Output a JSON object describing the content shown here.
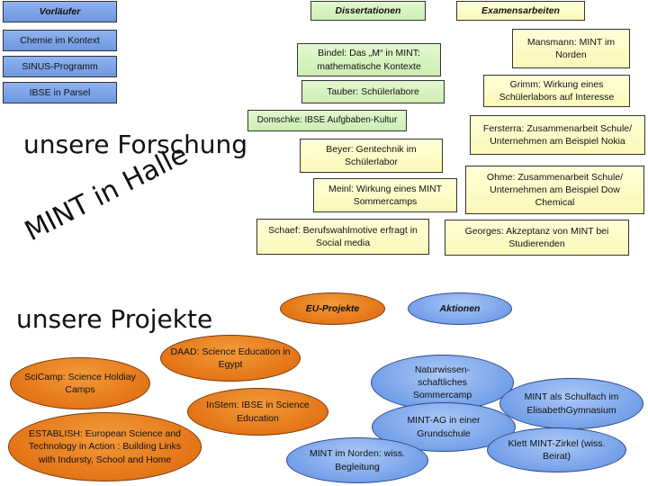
{
  "headers": {
    "vorlaeufer": "Vorläufer",
    "dissertationen": "Dissertationen",
    "examensarbeiten": "Examensarbeiten"
  },
  "vorlaeufer_items": [
    "Chemie im Kontext",
    "SINUS-Programm",
    "IBSE in Parsel"
  ],
  "dissertationen_items": [
    "Bindel: Das „M“ in MINT: mathematische Kontexte",
    "Tauber: Schülerlabore",
    "Domschke: IBSE Aufgbaben-Kultur",
    "Beyer: Gentechnik im Schülerlabor",
    "Meinl: Wirkung eines MINT Sommercamps",
    "Schaef: Berufswahlmotive erfragt in Social media"
  ],
  "examensarbeiten_items": [
    "Mansmann: MINT im Norden",
    "Grimm: Wirkung eines Schülerlabors auf Interesse",
    "Fersterra: Zusammenarbeit Schule/ Unternehmen am Beispiel Nokia",
    "Ohme: Zusammenarbeit Schule/ Unternehmen am Beispiel Dow Chemical",
    "Georges: Akzeptanz von MINT bei Studierenden"
  ],
  "labels": {
    "forschung": "unsere Forschung",
    "mint_halle": "MINT in Halle",
    "projekte": "unsere Projekte"
  },
  "legend": {
    "eu": "EU-Projekte",
    "aktionen": "Aktionen"
  },
  "eu_projects": [
    "SciCamp: Science Holdiay Camps",
    "DAAD: Science Education in Egypt",
    "InStem: IBSE in Science Education",
    "ESTABLISH: European Science and Technology in Action : Building Links with Indursty, School and Home"
  ],
  "aktionen_items": [
    "Naturwissen-schaftliches Sommercamp",
    "MINT-AG in einer Grundschule",
    "MINT als Schulfach im ElisabethGymnasium",
    "Klett MINT-Zirkel (wiss. Beirat)",
    "MINT im Norden: wiss. Begleitung"
  ],
  "colors": {
    "blue_box": "#7fa6ea",
    "green_box": "#d6f3bf",
    "yellow_box": "#fcf9c4",
    "orange_ellipse": "#e8761c",
    "blue_ellipse": "#7aa6ee"
  }
}
